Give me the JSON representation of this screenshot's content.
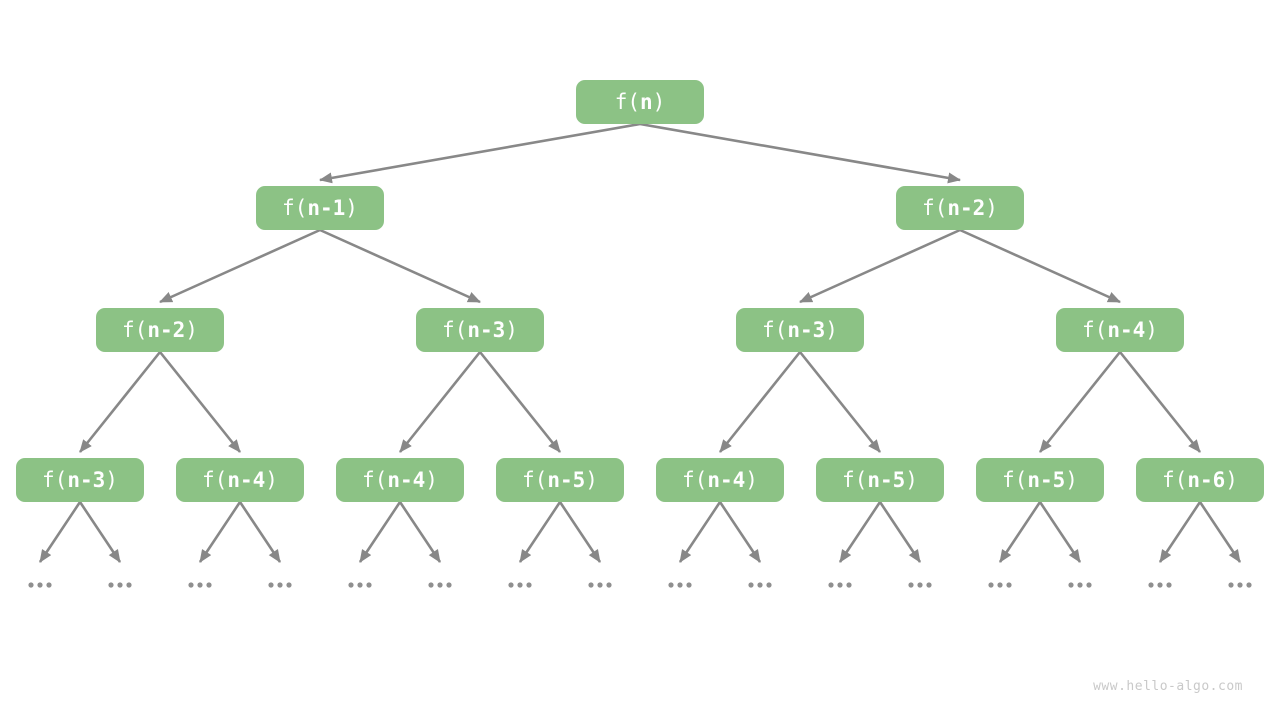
{
  "watermark": {
    "text": "www.hello-algo.com",
    "color": "#c9c9c9"
  },
  "diagram": {
    "type": "recursion-tree",
    "function_name": "f",
    "colors": {
      "background": "#ffffff",
      "node_fill": "#8cc285",
      "node_text": "#ffffff",
      "edge": "#888888",
      "leaf_dot": "#8f8f8f"
    },
    "levels": [
      {
        "nodes": [
          {
            "label": "f(n)",
            "pre": "f(",
            "bold": "n",
            "post": ")"
          }
        ]
      },
      {
        "nodes": [
          {
            "label": "f(n-1)",
            "pre": "f(",
            "bold": "n-1",
            "post": ")"
          },
          {
            "label": "f(n-2)",
            "pre": "f(",
            "bold": "n-2",
            "post": ")"
          }
        ]
      },
      {
        "nodes": [
          {
            "label": "f(n-2)",
            "pre": "f(",
            "bold": "n-2",
            "post": ")"
          },
          {
            "label": "f(n-3)",
            "pre": "f(",
            "bold": "n-3",
            "post": ")"
          },
          {
            "label": "f(n-3)",
            "pre": "f(",
            "bold": "n-3",
            "post": ")"
          },
          {
            "label": "f(n-4)",
            "pre": "f(",
            "bold": "n-4",
            "post": ")"
          }
        ]
      },
      {
        "nodes": [
          {
            "label": "f(n-3)",
            "pre": "f(",
            "bold": "n-3",
            "post": ")"
          },
          {
            "label": "f(n-4)",
            "pre": "f(",
            "bold": "n-4",
            "post": ")"
          },
          {
            "label": "f(n-4)",
            "pre": "f(",
            "bold": "n-4",
            "post": ")"
          },
          {
            "label": "f(n-5)",
            "pre": "f(",
            "bold": "n-5",
            "post": ")"
          },
          {
            "label": "f(n-4)",
            "pre": "f(",
            "bold": "n-4",
            "post": ")"
          },
          {
            "label": "f(n-5)",
            "pre": "f(",
            "bold": "n-5",
            "post": ")"
          },
          {
            "label": "f(n-5)",
            "pre": "f(",
            "bold": "n-5",
            "post": ")"
          },
          {
            "label": "f(n-6)",
            "pre": "f(",
            "bold": "n-6",
            "post": ")"
          }
        ]
      }
    ],
    "leaves": {
      "symbol": "...",
      "count": 16
    }
  }
}
